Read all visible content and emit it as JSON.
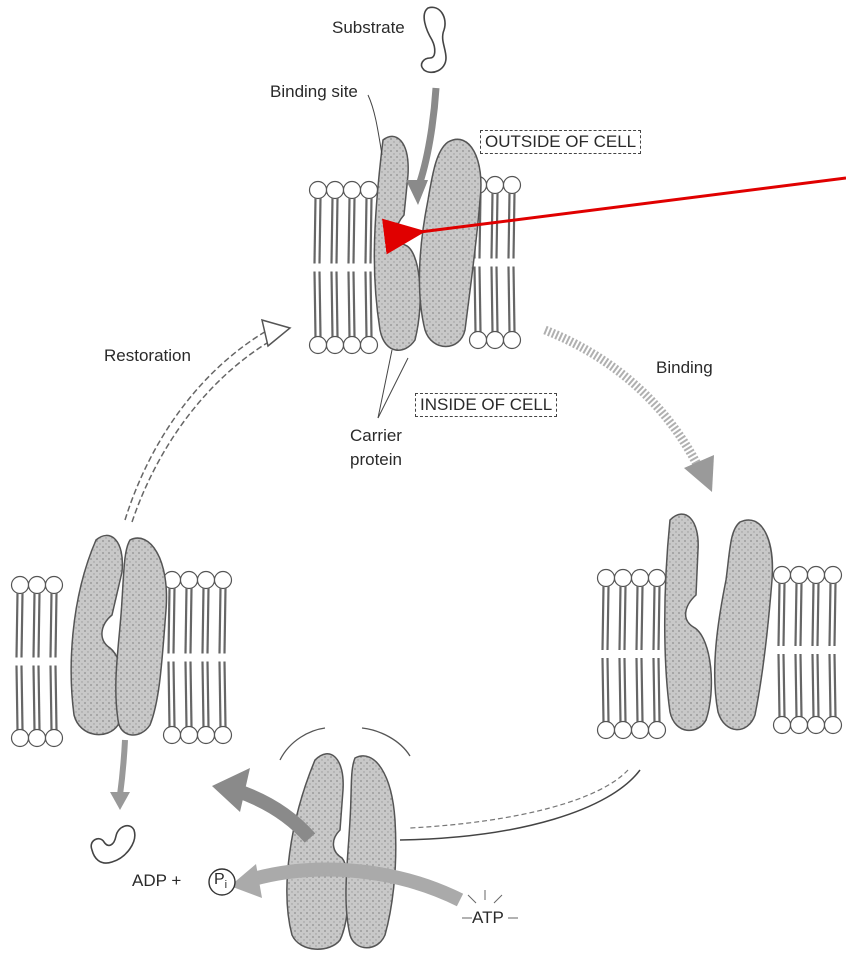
{
  "labels": {
    "substrate": "Substrate",
    "binding_site": "Binding site",
    "outside_of_cell": "OUTSIDE OF CELL",
    "inside_of_cell": "INSIDE OF CELL",
    "carrier_protein_line1": "Carrier",
    "carrier_protein_line2": "protein",
    "restoration": "Restoration",
    "binding": "Binding",
    "adp_pi_prefix": "ADP +",
    "pi": "P",
    "pi_sub": "i",
    "atp": "ATP"
  },
  "colors": {
    "pointer_arrow": "#e00000",
    "membrane": "#555555",
    "protein_fill": "#b5b5b5",
    "cycle_arrow": "#9a9a9a",
    "background": "#ffffff"
  }
}
